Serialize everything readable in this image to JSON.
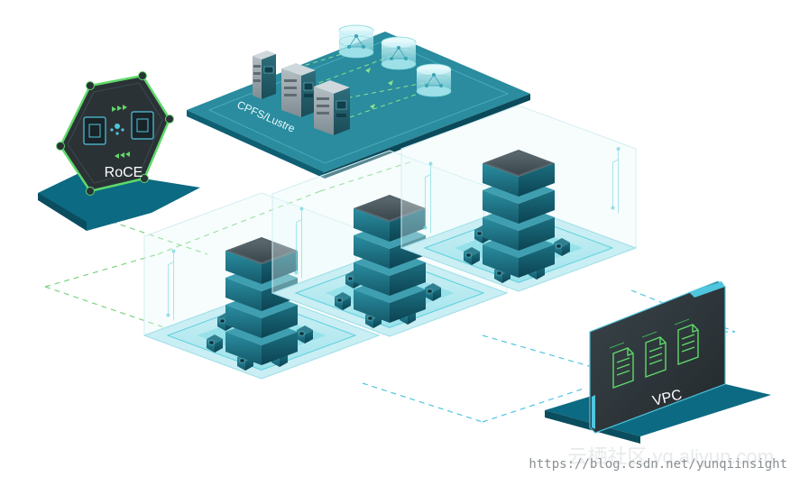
{
  "labels": {
    "roce": "RoCE",
    "storage": "CPFS/Lustre",
    "vpc": "VPC"
  },
  "watermark": {
    "url": "https://blog.csdn.net/yunqiinsight",
    "brand": "云栖社区 yq.aliyun.com"
  },
  "colors": {
    "teal_dark": "#0f5f73",
    "teal": "#1e8ea0",
    "teal_light": "#58c3cf",
    "charcoal": "#2b3236",
    "green_dash": "#7cd37e",
    "cyan_dash": "#4fc5de",
    "accent_green": "#5fd96a"
  }
}
